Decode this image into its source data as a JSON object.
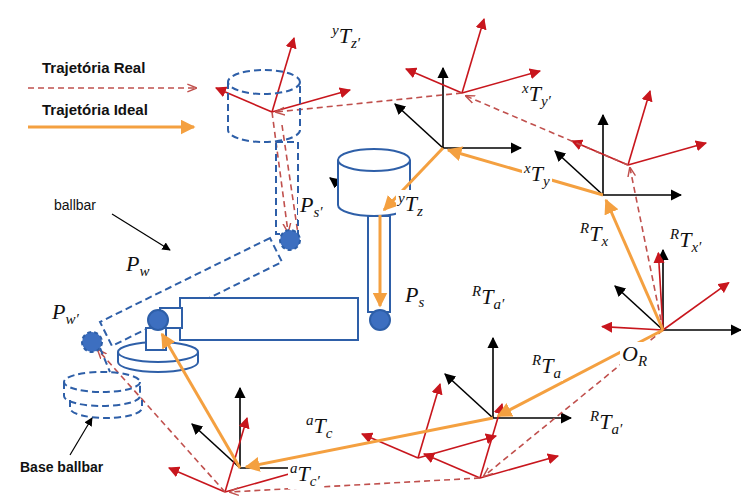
{
  "diagram": {
    "labels": [
      "yTz′",
      "xTy′",
      "RTx′",
      "yTz",
      "xTy",
      "RTx",
      "Ps′",
      "Ps",
      "ballbar",
      "Pw′",
      "Pw",
      "RTa′",
      "RTa",
      "OR",
      "RTa′",
      "aTc",
      "aTc′",
      "Base ballbar"
    ],
    "legend": [
      {
        "text": "Trajetória Real"
      },
      {
        "text": "Trajetória Ideal"
      }
    ]
  }
}
